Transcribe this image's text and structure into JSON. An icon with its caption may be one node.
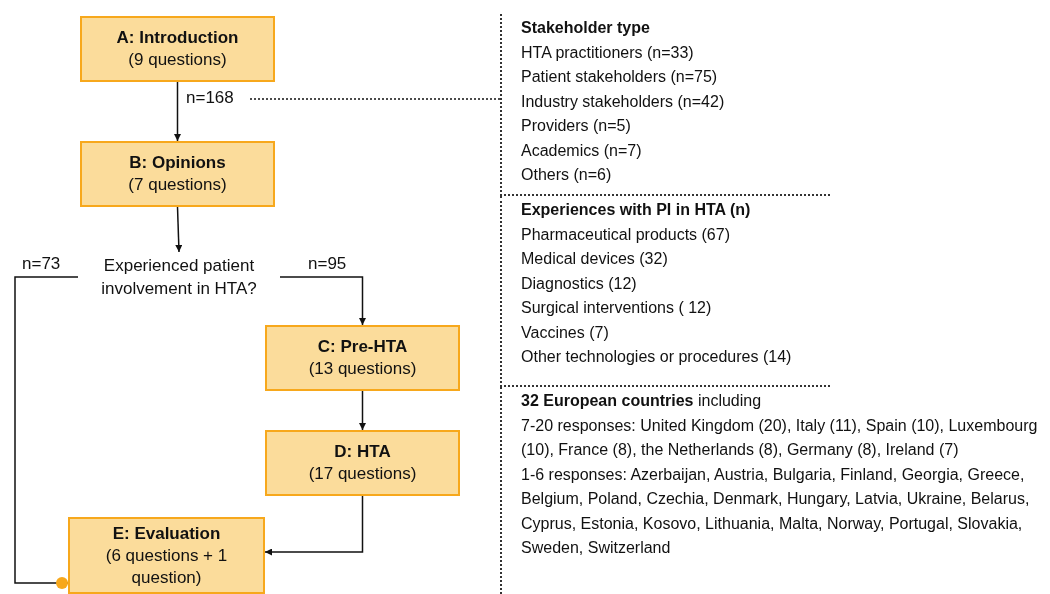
{
  "diagram": {
    "nodes": [
      {
        "text": [
          "A: Introduction",
          "(9 questions)"
        ]
      },
      {
        "text": [
          "B: Opinions",
          "(7 questions)"
        ]
      },
      {
        "text": [
          "Experienced patient involvement in HTA?"
        ]
      },
      {
        "text": [
          "C: Pre-HTA",
          "(13 questions)"
        ]
      },
      {
        "text": [
          "D: HTA",
          "(17 questions)"
        ]
      },
      {
        "text": [
          "E: Evaluation",
          "(6 questions + 1 question)"
        ]
      },
      {
        "text": [
          "Stakeholder type",
          "HTA practitioners (n=33)",
          "Patient stakeholders (n=75)",
          "Industry stakeholders (n=42)",
          "Providers (n=5)",
          "Academics (n=7)",
          "Others (n=6)"
        ]
      },
      {
        "text": [
          "Experiences with PI in HTA (n)",
          "Pharmaceutical products (67)",
          "Medical devices (32)",
          "Diagnostics (12)",
          "Surgical interventions ( 12)",
          "Vaccines (7)",
          "Other technologies or procedures (14)"
        ]
      },
      {
        "text": [
          "**32 European countries** including",
          "7-20 responses: United Kingdom (20), Italy (11), Spain (10), Luxembourg (10), France (8), the Netherlands (8), Germany (8), Ireland (7)",
          "1-6 responses: Azerbaijan, Austria, Bulgaria, Finland, Georgia, Greece, Belgium, Poland, Czechia, Denmark, Hungary, Latvia, Ukraine, Belarus, Cyprus, Estonia, Kosovo, Lithuania, Malta, Norway, Portugal, Slovakia, Sweden, Switzerland"
        ]
      }
    ],
    "edges": [
      {
        "from": 0,
        "to": 1,
        "arrow": "to",
        "label": "n=168"
      },
      {
        "from": 1,
        "to": 2,
        "arrow": "to"
      },
      {
        "from": 2,
        "to": 3,
        "arrow": "to",
        "label": "n=95"
      },
      {
        "from": 2,
        "to": 5,
        "arrow": "other",
        "label": "n=73"
      },
      {
        "from": 3,
        "to": 4,
        "arrow": "to"
      },
      {
        "from": 4,
        "to": 5,
        "arrow": "to"
      },
      {
        "from": null,
        "to": 6,
        "arrow": "none",
        "style": "dashed"
      }
    ]
  }
}
